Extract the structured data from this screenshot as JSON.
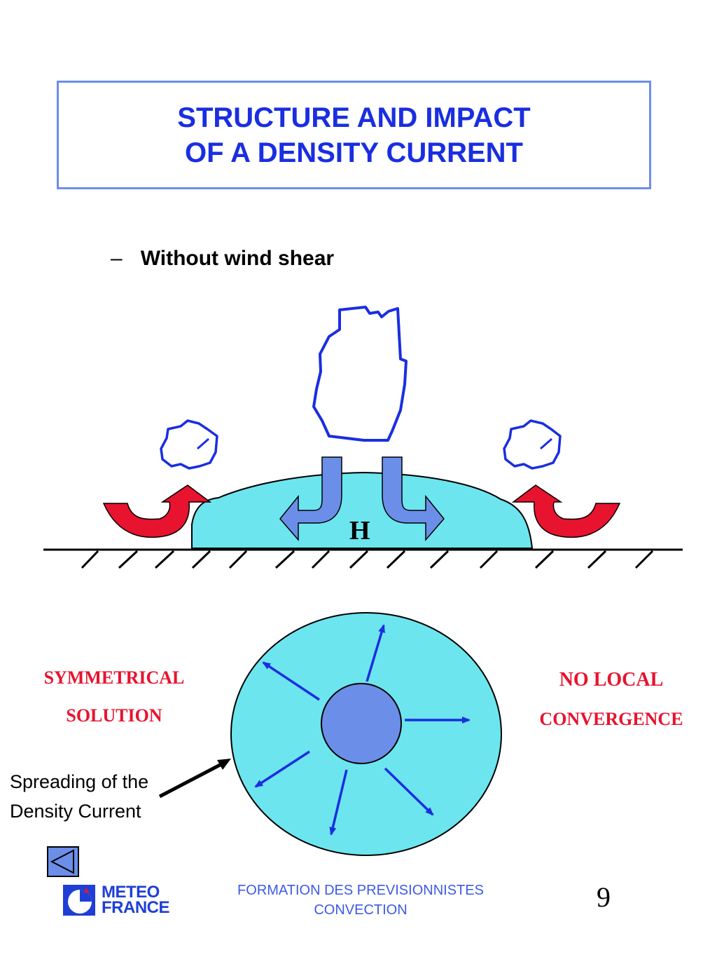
{
  "title": {
    "line1": "STRUCTURE AND IMPACT",
    "line2": "OF A DENSITY CURRENT"
  },
  "subheading": {
    "dash": "–",
    "text": "Without wind shear"
  },
  "diagram": {
    "high_label": "H",
    "colors": {
      "cloud_outline": "#1a2ee0",
      "dome": "#6ce5ee",
      "arrow_blue": "#6b8fe8",
      "arrow_red": "#e8132e",
      "core": "#6b8fe8",
      "vector": "#1a2ee0"
    }
  },
  "labels": {
    "left_line1": "SYMMETRICAL",
    "left_line2": "SOLUTION",
    "right_line1": "NO LOCAL",
    "right_line2": "CONVERGENCE",
    "spread_line1": "Spreading of the",
    "spread_line2": "Density Current"
  },
  "footer": {
    "logo_line1": "METEO",
    "logo_line2": "FRANCE",
    "line1": "FORMATION DES PREVISIONNISTES",
    "line2": "CONVECTION",
    "page_number": "9"
  }
}
